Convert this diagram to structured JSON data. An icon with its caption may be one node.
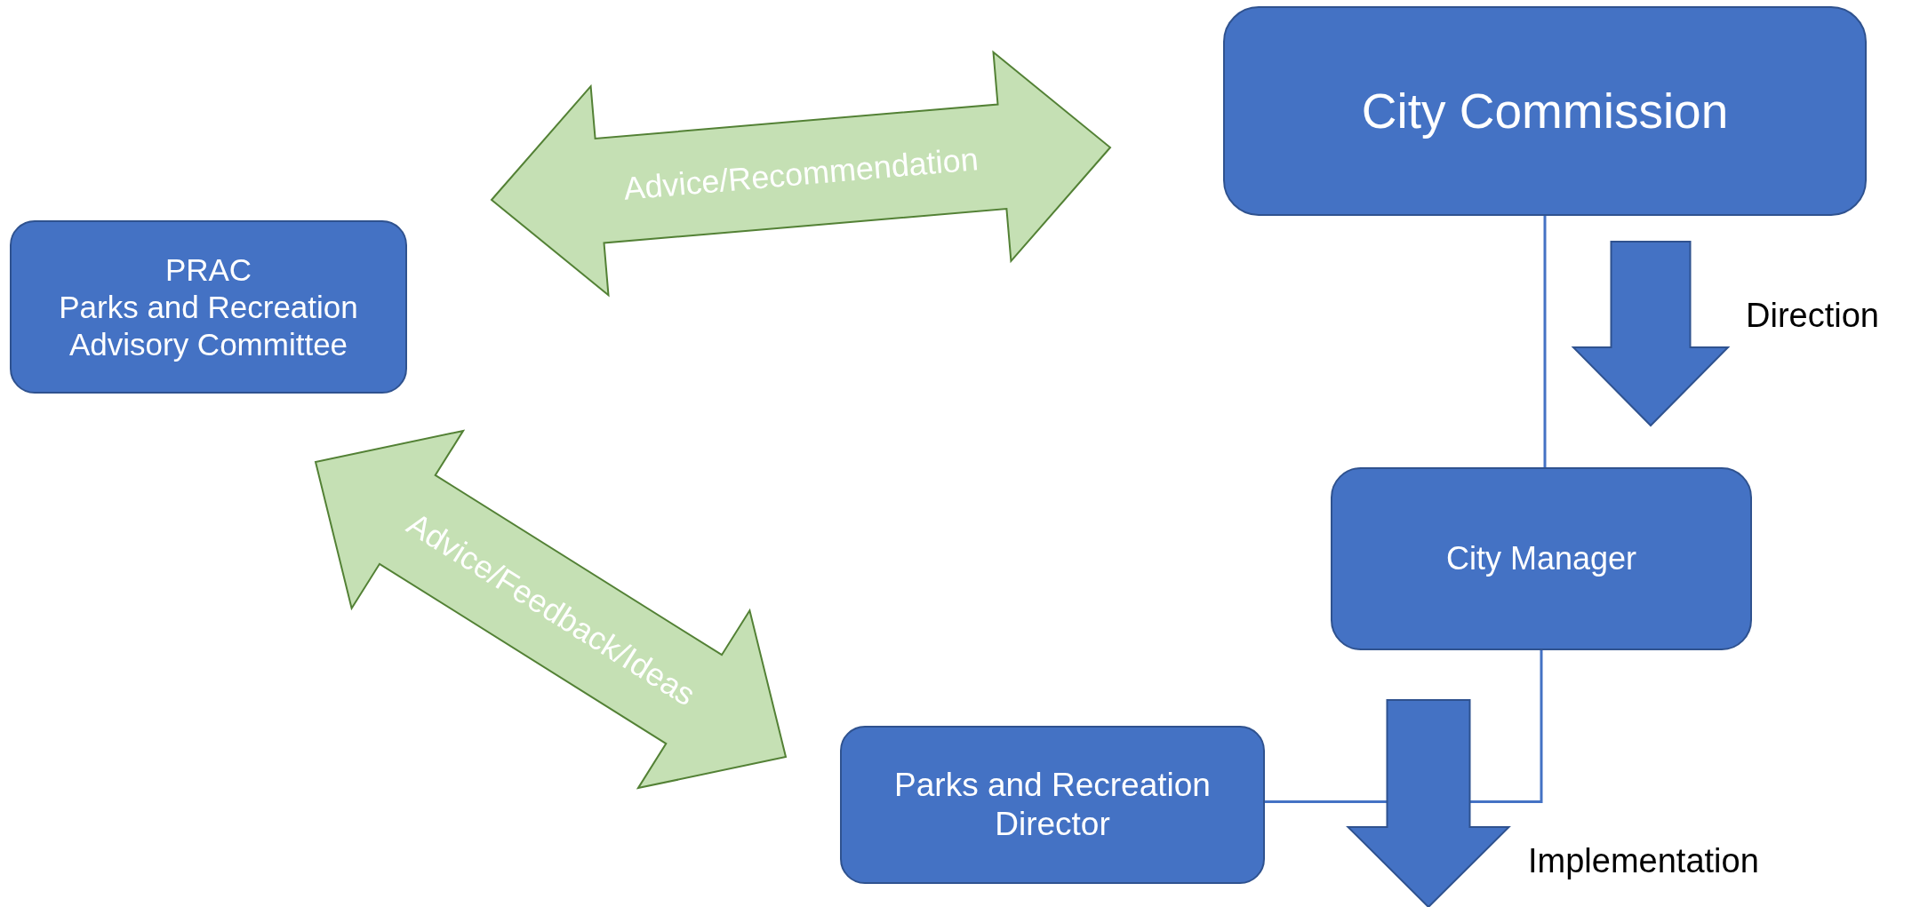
{
  "diagram": {
    "nodes": [
      {
        "text": [
          "PRAC",
          "Parks and Recreation Advisory Committee"
        ]
      },
      {
        "text": [
          "City Commission"
        ]
      },
      {
        "text": [
          "City Manager"
        ]
      },
      {
        "text": [
          "Parks and Recreation Director"
        ]
      }
    ],
    "edges": [
      {
        "from": 0,
        "to": 1,
        "arrow": "both",
        "label": "Advice/Recommendation",
        "style": "thick",
        "color": "#c5e0b4"
      },
      {
        "from": 0,
        "to": 3,
        "arrow": "both",
        "label": "Advice/Feedback/Ideas",
        "style": "thick",
        "color": "#c5e0b4"
      },
      {
        "from": 1,
        "to": 2,
        "arrow": "none"
      },
      {
        "from": 2,
        "to": 3,
        "arrow": "none"
      },
      {
        "from": 1,
        "to": 2,
        "arrow": "to",
        "label": "Direction",
        "style": "thick",
        "color": "#4472c4"
      }
    ],
    "labels": [
      "Implementation"
    ]
  }
}
